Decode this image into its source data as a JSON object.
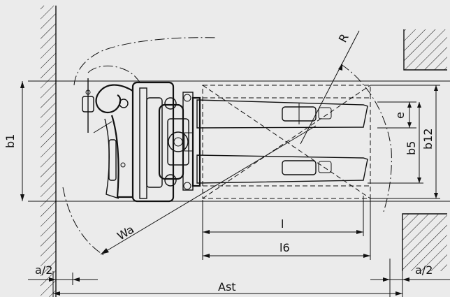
{
  "labels": {
    "b1": "b1",
    "b5": "b5",
    "b12": "b12",
    "e": "e",
    "l": "l",
    "l6": "l6",
    "Wa": "Wa",
    "R": "R",
    "Ast": "Ast",
    "a2_left": "a/2",
    "a2_right": "a/2"
  }
}
